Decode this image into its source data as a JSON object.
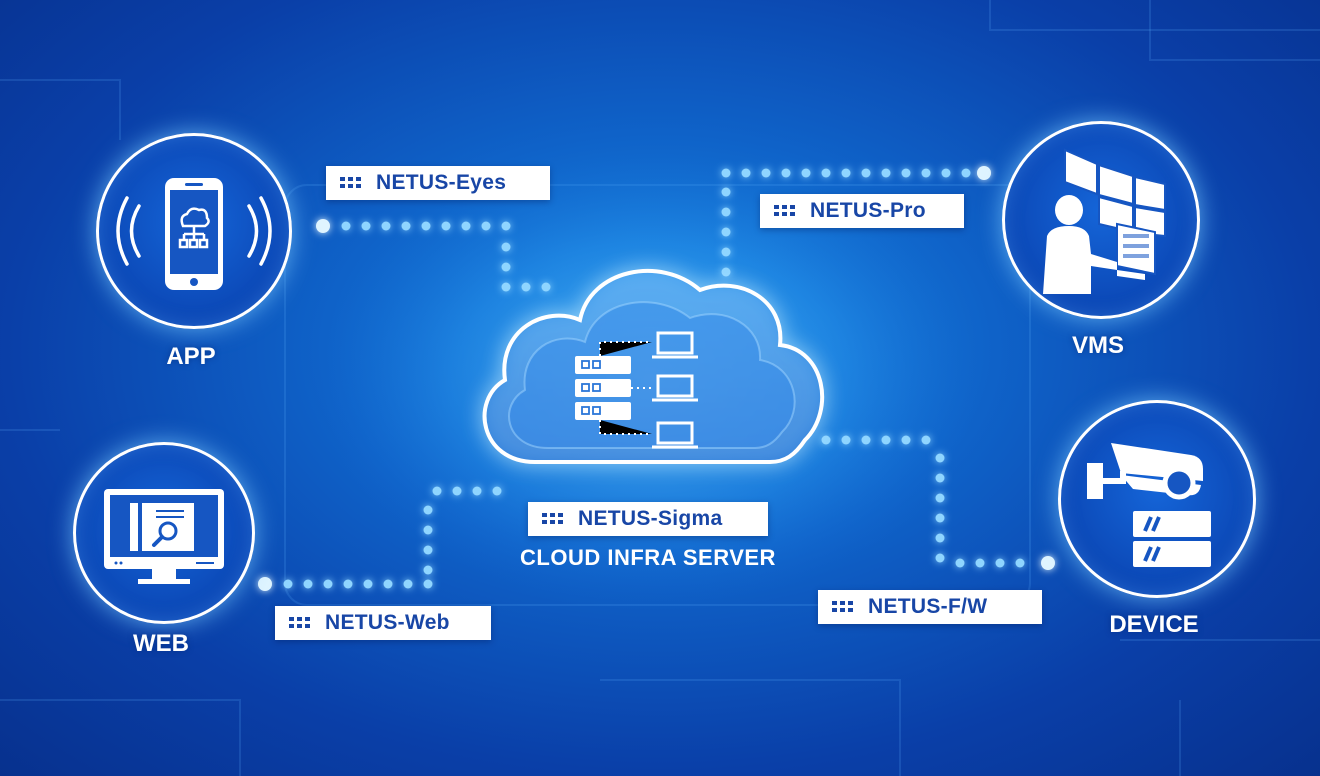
{
  "nodes": {
    "app": {
      "label": "APP",
      "icon": "smartphone-cloud-icon"
    },
    "web": {
      "label": "WEB",
      "icon": "monitor-search-icon"
    },
    "vms": {
      "label": "VMS",
      "icon": "operator-videowall-icon"
    },
    "device": {
      "label": "DEVICE",
      "icon": "cctv-camera-server-icon"
    }
  },
  "center": {
    "product": "NETUS-Sigma",
    "caption": "CLOUD INFRA SERVER",
    "icon": "cloud-server-icon"
  },
  "connectors": {
    "eyes": "NETUS-Eyes",
    "pro": "NETUS-Pro",
    "web": "NETUS-Web",
    "fw": "NETUS-F/W"
  },
  "colors": {
    "background": "#0f63c9",
    "dots": "#7fd0ff",
    "tag_text": "#1846a6",
    "tag_bg": "#ffffff"
  }
}
